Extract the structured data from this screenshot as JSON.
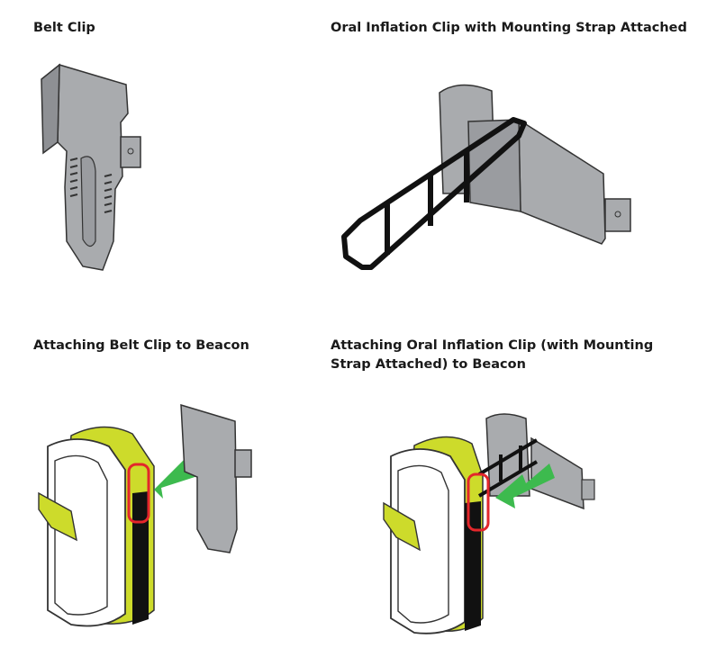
{
  "panels": {
    "belt_clip": {
      "caption": "Belt Clip"
    },
    "oral_clip": {
      "caption": "Oral Inflation Clip with Mounting Strap Attached"
    },
    "attach_belt": {
      "caption": "Attaching Belt Clip to Beacon"
    },
    "attach_oral": {
      "caption": "Attaching Oral Inflation Clip (with Mounting Strap Attached) to Beacon"
    }
  },
  "colors": {
    "clip_fill": "#a9abae",
    "clip_dark": "#7f8185",
    "outline": "#333333",
    "strap": "#111111",
    "beacon_yellow": "#cddb2b",
    "arrow_green": "#3dba4e",
    "highlight_red": "#e3262b"
  }
}
